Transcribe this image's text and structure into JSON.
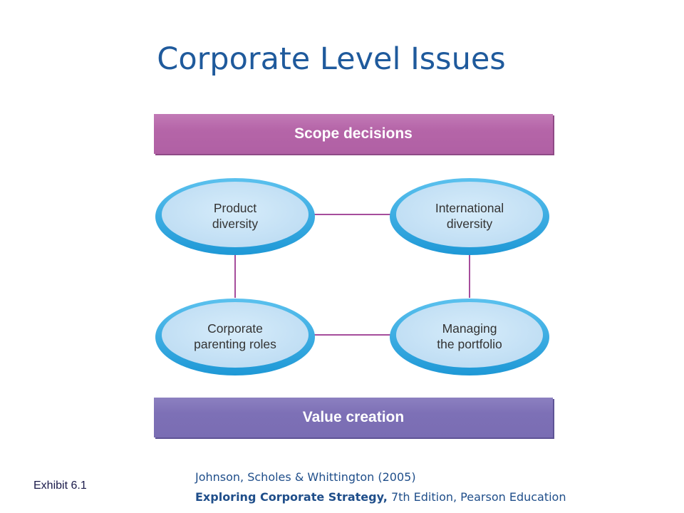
{
  "title": "Corporate Level Issues",
  "diagram": {
    "top_bar": "Scope decisions",
    "bottom_bar": "Value creation",
    "nodes": {
      "top_left": [
        "Product",
        "diversity"
      ],
      "top_right": [
        "International",
        "diversity"
      ],
      "bottom_left": [
        "Corporate",
        "parenting roles"
      ],
      "bottom_right": [
        "Managing",
        "the portfolio"
      ]
    }
  },
  "footer": {
    "exhibit": "Exhibit 6.1",
    "citation_line1": "Johnson, Scholes & Whittington (2005)",
    "citation_book": "Exploring Corporate Strategy,",
    "citation_rest": " 7th Edition, Pearson Education"
  },
  "colors": {
    "title": "#1f5a9c",
    "top_bar": "#b565a8",
    "bottom_bar": "#7d70b6",
    "ellipse_fill": "#c6e2f6",
    "ellipse_ring": "#2fa8e2",
    "connector": "#a64d9c"
  }
}
